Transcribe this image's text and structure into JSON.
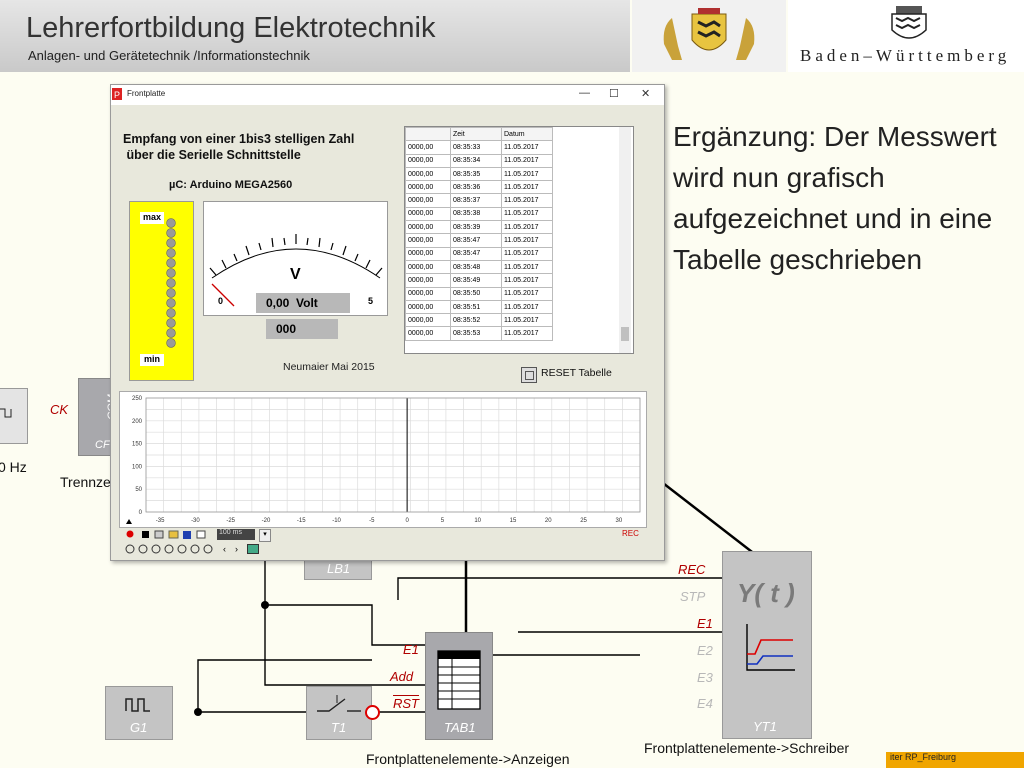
{
  "header": {
    "title": "Lehrerfortbildung Elektrotechnik",
    "subtitle": "Anlagen- und Gerätetechnik /Informationstechnik",
    "region": "Baden–Württemberg"
  },
  "annotation": {
    "text": "Ergänzung: Der Messwert wird nun grafisch aufgezeichnet und in eine Tabelle geschrieben"
  },
  "footer": {
    "text": "iter RP_Freiburg"
  },
  "diagram": {
    "freq_label": "0 Hz",
    "ck_label": "CK",
    "com_label": "COM",
    "cf_label": "CF",
    "trenn_label": "Trennze",
    "lb1_label": "LB1",
    "g1_label": "G1",
    "t1_label": "T1",
    "tab1_label": "TAB1",
    "yt1_label": "YT1",
    "yt_title": "Y( t )",
    "sig_e1": "E1",
    "sig_add": "Add",
    "sig_rst": "RST",
    "sig_rec": "REC",
    "sig_stp": "STP",
    "sig_e1b": "E1",
    "sig_e2": "E2",
    "sig_e3": "E3",
    "sig_e4": "E4",
    "cap_anzeigen": "Frontplattenelemente->Anzeigen",
    "cap_schreiber": "Frontplattenelemente->Schreiber"
  },
  "window": {
    "title": "Frontplatte",
    "btn_min": "—",
    "btn_max": "☐",
    "btn_close": "✕",
    "heading_line1": "Empfang von einer 1bis3 stelligen Zahl",
    "heading_line2": " über die Serielle Schnittstelle",
    "uc": "µC: Arduino MEGA2560",
    "led_max": "max",
    "led_min": "min",
    "meter_unit": "V",
    "meter_min": "0",
    "meter_max": "5",
    "meter_display": "0,00  Volt",
    "counter": "000",
    "author": "Neumaier Mai 2015",
    "reset_label": "RESET Tabelle",
    "rec_label": "REC",
    "speed": "100 ms",
    "table": {
      "headers": [
        "",
        "Zeit",
        "Datum"
      ],
      "rows": [
        [
          "0000,00",
          "08:35:33",
          "11.05.2017"
        ],
        [
          "0000,00",
          "08:35:34",
          "11.05.2017"
        ],
        [
          "0000,00",
          "08:35:35",
          "11.05.2017"
        ],
        [
          "0000,00",
          "08:35:36",
          "11.05.2017"
        ],
        [
          "0000,00",
          "08:35:37",
          "11.05.2017"
        ],
        [
          "0000,00",
          "08:35:38",
          "11.05.2017"
        ],
        [
          "0000,00",
          "08:35:39",
          "11.05.2017"
        ],
        [
          "0000,00",
          "08:35:47",
          "11.05.2017"
        ],
        [
          "0000,00",
          "08:35:47",
          "11.05.2017"
        ],
        [
          "0000,00",
          "08:35:48",
          "11.05.2017"
        ],
        [
          "0000,00",
          "08:35:49",
          "11.05.2017"
        ],
        [
          "0000,00",
          "08:35:50",
          "11.05.2017"
        ],
        [
          "0000,00",
          "08:35:51",
          "11.05.2017"
        ],
        [
          "0000,00",
          "08:35:52",
          "11.05.2017"
        ],
        [
          "0000,00",
          "08:35:53",
          "11.05.2017"
        ]
      ]
    },
    "chart": {
      "y_ticks": [
        "250",
        "200",
        "150",
        "100",
        "50",
        "0"
      ],
      "x_ticks": [
        "-35",
        "-30",
        "-25",
        "-20",
        "-15",
        "-10",
        "-5",
        "0",
        "5",
        "10",
        "15",
        "20",
        "25",
        "30"
      ]
    }
  },
  "colors": {
    "signal": "#b00000",
    "led_bar": "#ffff00",
    "footer": "#f0a500"
  }
}
